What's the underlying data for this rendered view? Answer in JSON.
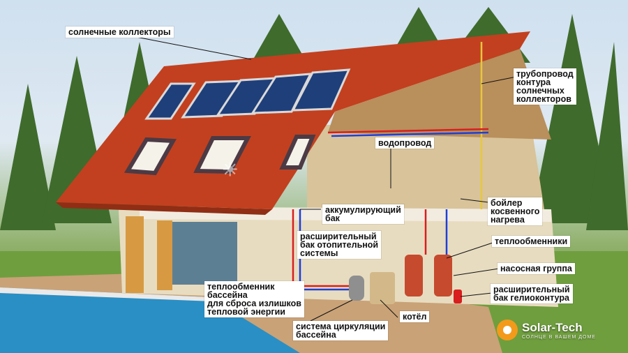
{
  "labels": {
    "solar_collectors": "солнечные коллекторы",
    "pipeline": [
      "трубопровод",
      "контура",
      "солнечных",
      "коллекторов"
    ],
    "water_supply": "водопровод",
    "boiler": [
      "бойлер",
      "косвенного",
      "нагрева"
    ],
    "accumulator": [
      "аккумулирующий",
      "бак"
    ],
    "expansion_heating": [
      "расширительный",
      "бак отопительной",
      "системы"
    ],
    "heat_exchangers": "теплообменники",
    "pump_group": "насосная группа",
    "pool_heat_exchanger": [
      "теплообменник",
      "бассейна",
      "для сброса излишков",
      "тепловой энергии"
    ],
    "expansion_solar": [
      "расширительный",
      "бак гелиоконтура"
    ],
    "boiler_unit": "котёл",
    "pool_circulation": [
      "система циркуляции",
      "бассейна"
    ]
  },
  "brand": {
    "name": "Solar-Tech",
    "slogan": "СОЛНЦЕ В ВАШЕМ ДОМЕ",
    "accent": "#f39a1a"
  },
  "colors": {
    "roof": "#c2401f",
    "wall": "#e8dcc0",
    "panel": "#1f3f7a",
    "pool": "#2a8fc4",
    "hot_pipe": "#d81e1e",
    "cold_pipe": "#1e3fd8"
  }
}
